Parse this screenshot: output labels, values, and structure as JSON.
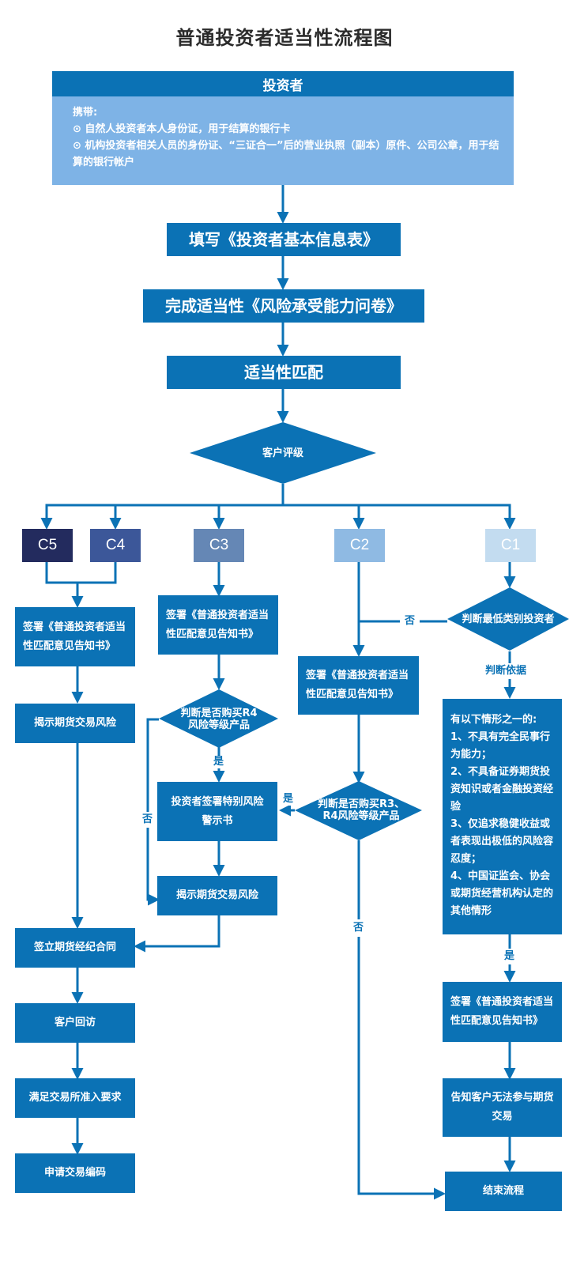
{
  "title": "普通投资者适当性流程图",
  "investor": {
    "heading": "投资者",
    "carry_label": "携带:",
    "items": [
      "⊙ 自然人投资者本人身份证，用于结算的银行卡",
      "⊙ 机构投资者相关人员的身份证、“三证合一”后的营业执照（副本）原件、公司公章，用于结算的银行帐户"
    ]
  },
  "steps": {
    "fill_form": "填写《投资者基本信息表》",
    "questionnaire": "完成适当性《风险承受能力问卷》",
    "matching": "适当性匹配",
    "rating": "客户评级"
  },
  "levels": [
    {
      "label": "C5",
      "color": "#232b5e"
    },
    {
      "label": "C4",
      "color": "#3c5799"
    },
    {
      "label": "C3",
      "color": "#6587b5"
    },
    {
      "label": "C2",
      "color": "#8fbae3"
    },
    {
      "label": "C1",
      "color": "#c3dcf0"
    }
  ],
  "c5c4_branch": {
    "sign_notice": "签署《普通投资者适当性匹配意见告知书》",
    "reveal_risk": "揭示期货交易风险",
    "sign_contract": "签立期货经纪合同",
    "callback": "客户回访",
    "exchange_req": "满足交易所准入要求",
    "apply_code": "申请交易编码"
  },
  "c3_branch": {
    "sign_notice": "签署《普通投资者适当性匹配意见告知书》",
    "decision": "判断是否购买R4风险等级产品",
    "decision_line1": "判断是否购买R4",
    "decision_line2": "风险等级产品",
    "yes": "是",
    "no": "否",
    "special_warning": "投资者签署特别风险警示书",
    "reveal_risk": "揭示期货交易风险"
  },
  "c2_branch": {
    "sign_notice": "签署《普通投资者适当性匹配意见告知书》",
    "decision_line1": "判断是否购买R3、",
    "decision_line2": "R4风险等级产品",
    "yes": "是",
    "no": "否"
  },
  "c1_branch": {
    "decision": "判断最低类别投资者",
    "no": "否",
    "basis": "判断依据",
    "criteria_title": "有以下情形之一的:",
    "criteria": [
      "1、不具有完全民事行为能力；",
      "2、不具备证券期货投资知识或者金融投资经验",
      "3、仅追求稳健收益或者表现出极低的风险容忍度；",
      "4、中国证监会、协会或期货经营机构认定的其他情形"
    ],
    "yes": "是",
    "sign_notice": "签署《普通投资者适当性匹配意见告知书》",
    "notify": "告知客户无法参与期货交易",
    "end": "结束流程"
  },
  "colors": {
    "primary": "#0b72b5",
    "light": "#7eb3e6"
  }
}
